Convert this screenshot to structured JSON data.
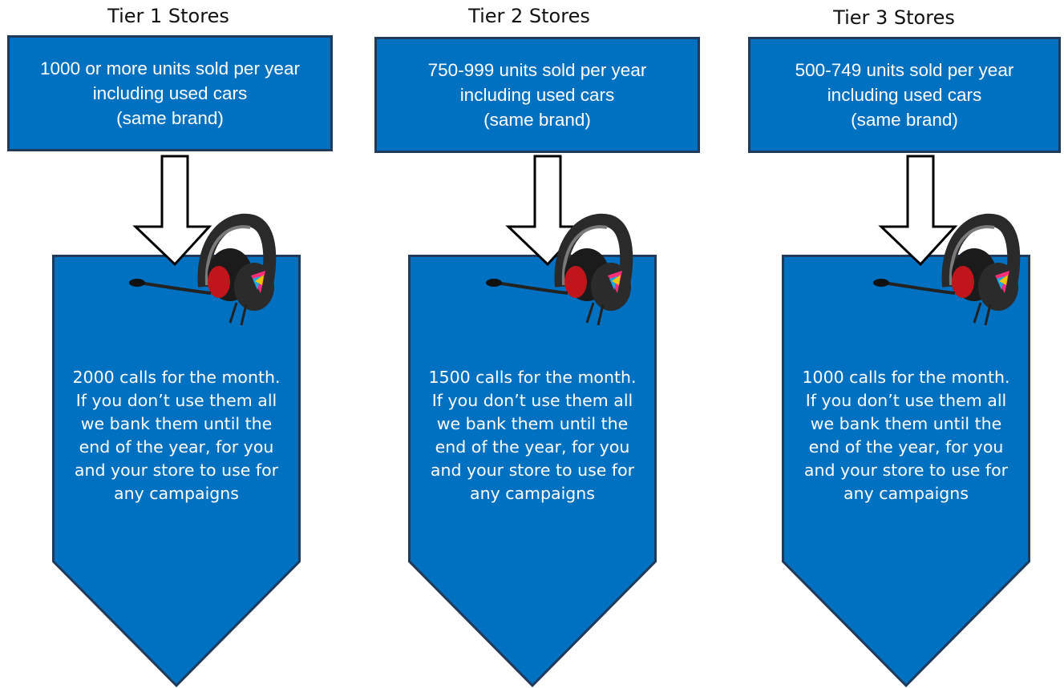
{
  "tiers": [
    {
      "title": "Tier 1 Stores",
      "criteria": [
        "1000 or more units sold per year",
        "including used cars",
        "(same brand)"
      ],
      "calls": [
        "2000 calls for the month.",
        "If you don’t use them all",
        "we bank them until the",
        "end of the year, for you",
        "and your store to use for",
        "any campaigns"
      ],
      "icon": "headset-icon"
    },
    {
      "title": "Tier 2 Stores",
      "criteria": [
        "750-999 units sold per year",
        "including used cars",
        "(same brand)"
      ],
      "calls": [
        "1500 calls for the month.",
        "If you don’t use them all",
        "we bank them until the",
        "end of the year, for you",
        "and your store to use for",
        "any campaigns"
      ],
      "icon": "headset-icon"
    },
    {
      "title": "Tier 3 Stores",
      "criteria": [
        "500-749 units sold per year",
        "including used cars",
        "(same brand)"
      ],
      "calls": [
        "1000 calls for the month.",
        "If you don’t use them all",
        "we bank them until the",
        "end of the year, for you",
        "and your store to use for",
        "any campaigns"
      ],
      "icon": "headset-icon"
    }
  ],
  "colors": {
    "box_fill": "#0070c0",
    "box_border": "#1f3a5a",
    "text_on_box": "#ffffff"
  }
}
